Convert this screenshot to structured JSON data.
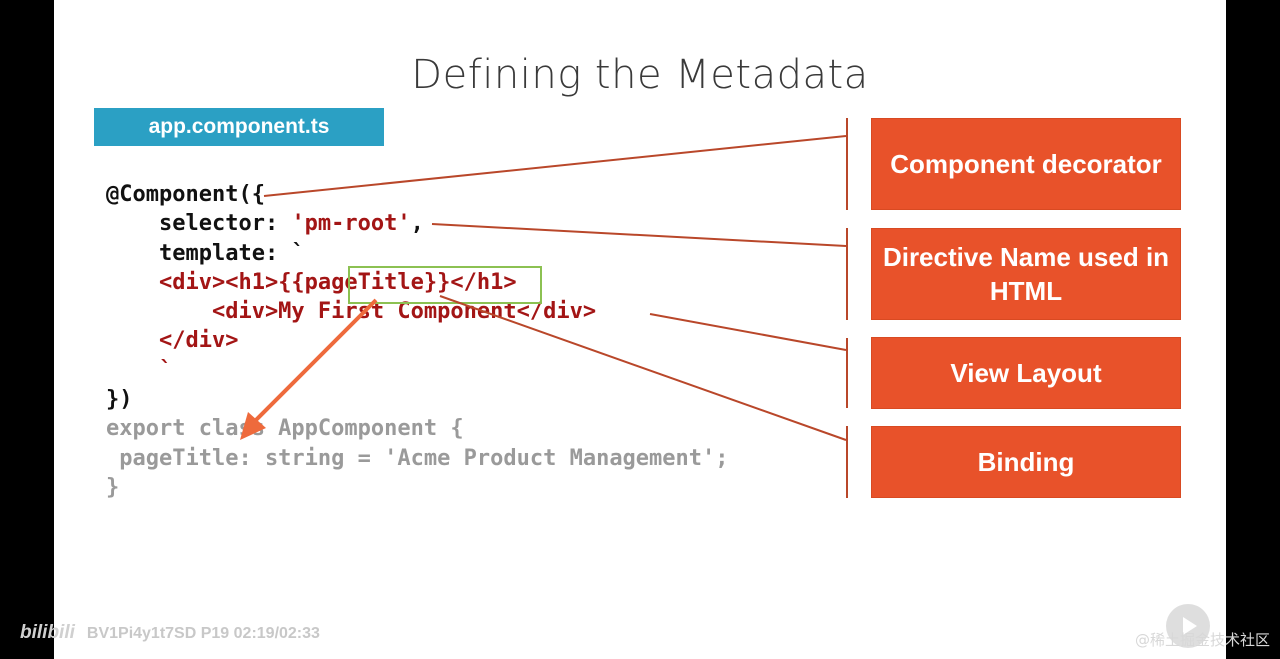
{
  "slide": {
    "title": "Defining the Metadata",
    "file_tag": "app.component.ts"
  },
  "code": {
    "line1_kw": "@Component({",
    "line2_kw": "    selector: ",
    "line2_str": "'pm-root'",
    "line2_tail": ",",
    "line3_kw": "    template: `",
    "line4_str_a": "    <div><h1>",
    "line4_str_b": "{{pageTitle}}",
    "line4_str_c": "</h1>",
    "line5_str": "        <div>My First Component</div>",
    "line6_str": "    </div>",
    "line7_str": "    `",
    "line8_kw": "})",
    "line9_g": "export class AppComponent {",
    "line10_g": " pageTitle: string = 'Acme Product Management';",
    "line11_g": "}"
  },
  "callouts": [
    {
      "label": "Component decorator"
    },
    {
      "label": "Directive Name used in HTML"
    },
    {
      "label": "View Layout"
    },
    {
      "label": "Binding"
    }
  ],
  "footer": {
    "logo": "bilibili",
    "video_info": "BV1Pi4y1t7SD P19 02:19/02:33"
  },
  "watermark": "@稀土掘金技术社区",
  "colors": {
    "callout": "#e8522a",
    "file_tag": "#2ba0c4",
    "highlight_box": "#8cc152",
    "arrow": "#ee6a3c"
  }
}
